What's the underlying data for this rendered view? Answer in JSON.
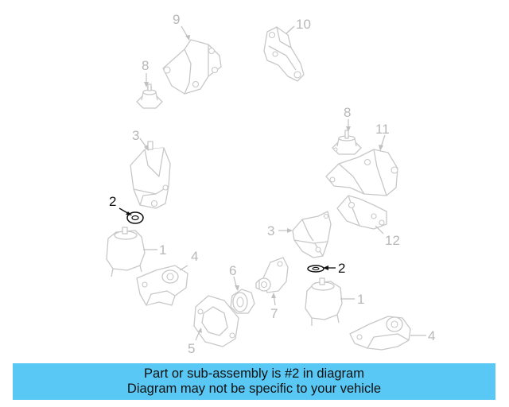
{
  "callouts": {
    "c9": "9",
    "c10": "10",
    "c8_left": "8",
    "c3_left": "3",
    "c2_left": "2",
    "c1_left": "1",
    "c4_left": "4",
    "c6": "6",
    "c7": "7",
    "c5": "5",
    "c8_right": "8",
    "c11": "11",
    "c12": "12",
    "c3_right": "3",
    "c2_right": "2",
    "c1_right": "1",
    "c4_right": "4"
  },
  "banner": {
    "line1": "Part or sub-assembly is #2 in diagram",
    "line2": "Diagram may not be specific to your vehicle",
    "color": "#5ac8f5"
  },
  "highlight_part": "2"
}
